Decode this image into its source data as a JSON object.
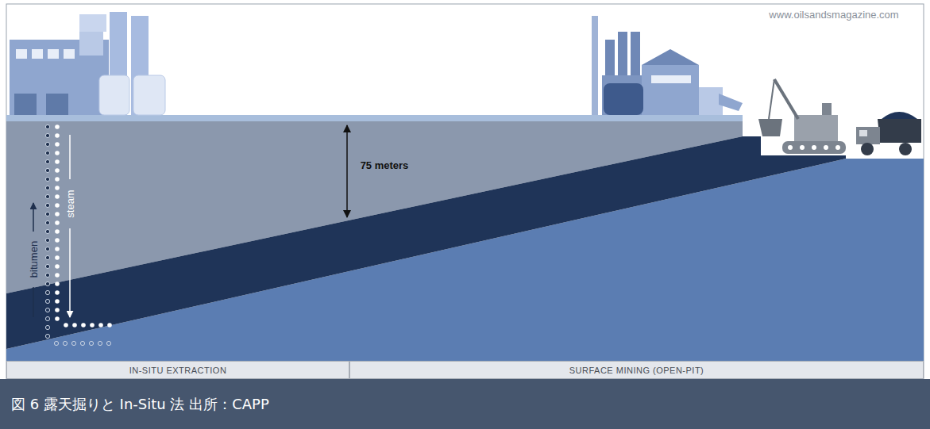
{
  "diagram": {
    "caption": "図 6 露天掘りと In-Situ 法 出所：CAPP",
    "nodes": [
      {
        "text": [
          "IN-SITU EXTRACTION"
        ]
      },
      {
        "text": [
          "SURFACE MINING (OPEN-PIT)"
        ]
      }
    ],
    "labels": [
      "www.oilsandsmagazine.com",
      "bitumen",
      "steam",
      "75 meters"
    ]
  }
}
